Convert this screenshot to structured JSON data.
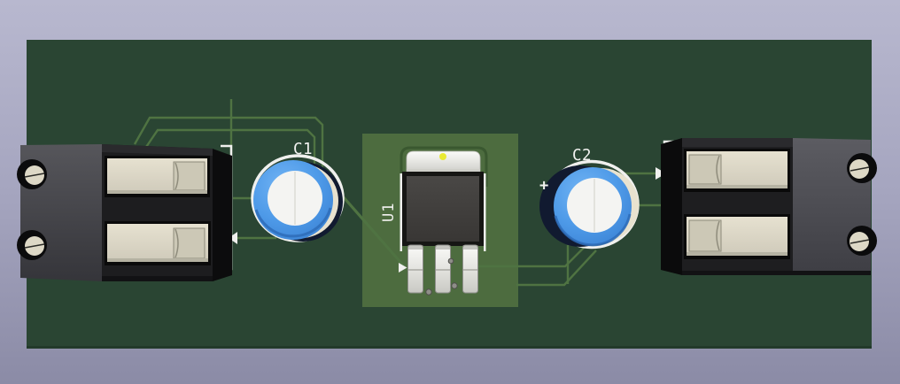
{
  "view": {
    "name": "pcb-3d-render",
    "labels": {
      "c1": "C1",
      "c2": "C2",
      "u1": "U1",
      "c2_polarity": "+"
    },
    "components": [
      {
        "reference": "C1",
        "kind": "radial-electrolytic-capacitor"
      },
      {
        "reference": "C2",
        "kind": "radial-electrolytic-capacitor"
      },
      {
        "reference": "U1",
        "kind": "dpak-voltage-regulator"
      },
      {
        "reference": "",
        "kind": "screw-terminal-block-2pos",
        "position": "left"
      },
      {
        "reference": "",
        "kind": "screw-terminal-block-2pos",
        "position": "right"
      }
    ],
    "colors": {
      "background_top": "#b8b8cf",
      "background_bottom": "#8b8ba6",
      "board_green": "#2a4533",
      "zone_green": "#4d6c3f",
      "trace_green": "#4f7342",
      "silkscreen_white": "#f0f0ee",
      "capacitor_blue": "#4e9ae8",
      "capacitor_top_white": "#f4f4f2",
      "capacitor_sleeve_navy": "#111a30",
      "capacitor_sleeve_cream": "#e8e2cf",
      "connector_body_black": "#1d1d1f",
      "connector_body_gray": "#4c4c52",
      "contact_cream": "#ddd8c6",
      "lead_silver": "#e9e9e5",
      "pin1_marker_yellow": "#e9ea33",
      "via_gray": "#8e8e88"
    }
  }
}
